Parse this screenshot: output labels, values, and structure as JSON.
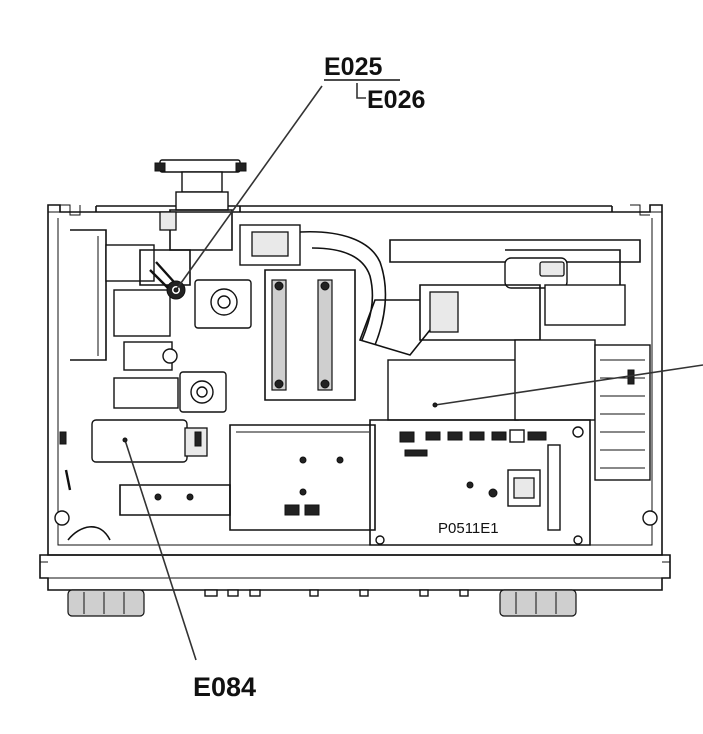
{
  "callouts": {
    "e025": "E025",
    "e026": "E026",
    "e084": "E084"
  },
  "board_marking": "P0511E1"
}
